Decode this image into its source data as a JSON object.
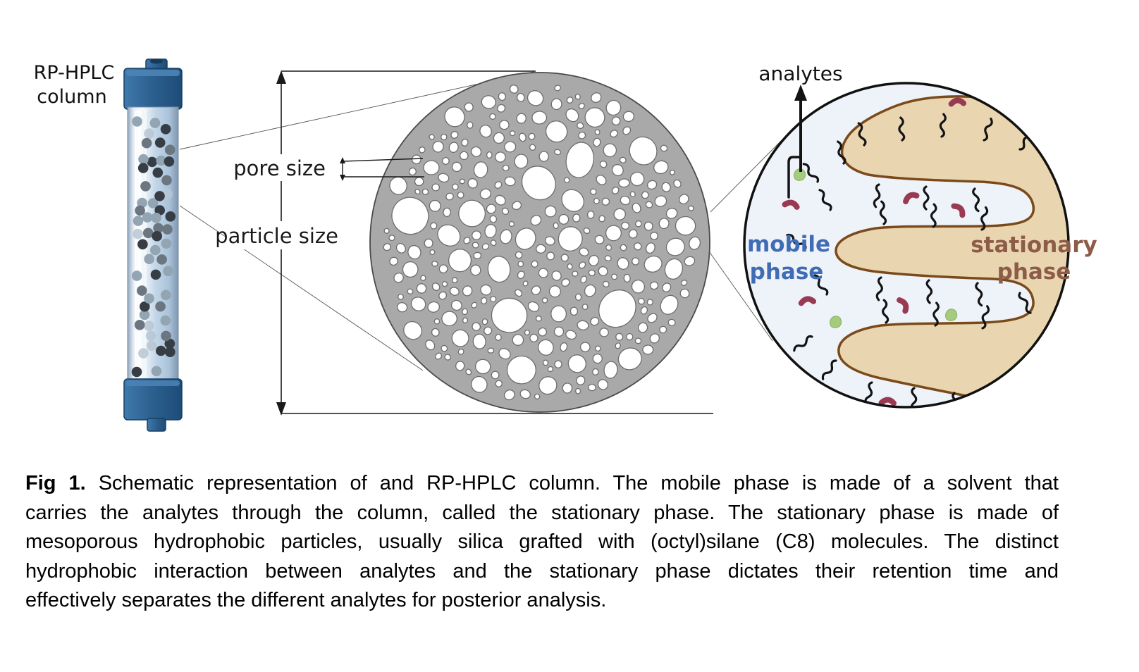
{
  "figure": {
    "column_label": {
      "line1": "RP-HPLC",
      "line2": "column"
    },
    "dimension_labels": {
      "pore_size": "pore size",
      "particle_size": "particle size"
    },
    "molecular_labels": {
      "analytes": "analytes",
      "mobile_phase_line1": "mobile",
      "mobile_phase_line2": "phase",
      "stationary_phase_line1": "stationary",
      "stationary_phase_line2": "phase"
    },
    "colors": {
      "column_cap": "#2d6191",
      "column_cap_dark": "#1d4a74",
      "column_cap_light": "#4580b2",
      "glass_light": "#f2f6fa",
      "glass_mid": "#bed3e6",
      "glass_dark": "#879cb0",
      "particle_dark": "#363d44",
      "particle_mid": "#6b7681",
      "particle_light": "#93a4b2",
      "particle_pale": "#b7c6d2",
      "cross_section_gray": "#a9a9a9",
      "cross_section_edge": "#4a4a4a",
      "pore_fill": "#ffffff",
      "pore_edge": "#6e6e6e",
      "mobile_phase_fill": "#eef2f9",
      "circle_edge": "#111111",
      "stationary_fill": "#e9d6b1",
      "stationary_edge": "#7a4a1a",
      "mobile_text": "#3f6cb4",
      "stationary_text": "#8d5c48",
      "chain_black": "#131313",
      "analyte_bean": "#993a52",
      "analyte_green": "#a5cb7d",
      "analyte_green_edge": "#8fb567",
      "line_color": "#1a1a1a",
      "thin_line": "#555555"
    }
  },
  "caption": {
    "fig_label": "Fig 1.",
    "lines": [
      "Schematic representation of and RP-HPLC column. The mobile phase is made of a solvent that",
      "carries the analytes through the column, called the stationary phase. The stationary phase is made of",
      "mesoporous hydrophobic particles, usually silica grafted with (octyl)silane (C8) molecules. The distinct",
      "hydrophobic interaction between analytes and the stationary phase dictates their retention time and",
      "effectively separates the different analytes for posterior analysis."
    ]
  }
}
